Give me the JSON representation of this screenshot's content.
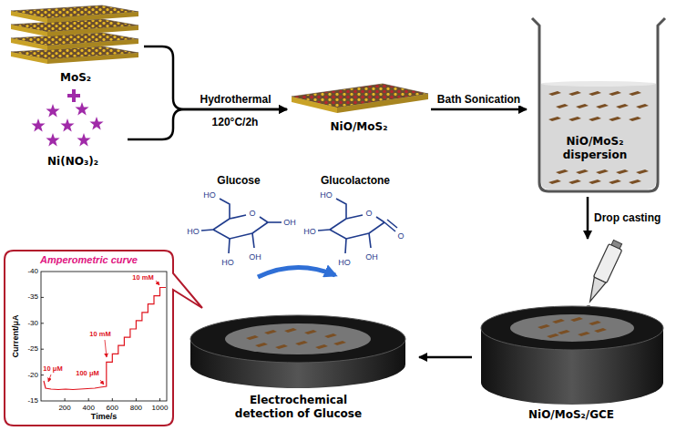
{
  "diagram": {
    "nodes": [
      {
        "text": [
          "MoS₂"
        ]
      },
      {
        "text": [
          "Ni(NO₃)₂"
        ]
      },
      {
        "text": [
          "NiO/MoS₂"
        ]
      },
      {
        "text": [
          "NiO/MoS₂ dispersion"
        ]
      },
      {
        "text": [
          "NiO/MoS₂/GCE"
        ]
      },
      {
        "text": [
          "Electrochemical detection of Glucose"
        ]
      },
      {
        "text": [
          "Amperometric curve"
        ]
      }
    ],
    "edges": [
      {
        "from": 0,
        "to": 2,
        "label": "Hydrothermal",
        "arrow": "to"
      },
      {
        "from": 1,
        "to": 2,
        "arrow": "to"
      },
      {
        "from": 2,
        "to": 3,
        "label": "Bath Sonication",
        "arrow": "to"
      },
      {
        "from": 3,
        "to": 4,
        "label": "Drop casting",
        "arrow": "to"
      },
      {
        "from": 4,
        "to": 5,
        "arrow": "to"
      }
    ],
    "labels": [
      "120°C/2h",
      "Glucose",
      "Glucolactone",
      "Current/μA",
      "Time/s",
      "-40",
      "-35",
      "-30",
      "-25",
      "-20",
      "-15",
      "200",
      "400",
      "600",
      "800",
      "1000",
      "10 μM",
      "100 μM",
      "10 mM",
      "10 mM",
      "HO",
      "HO",
      "HO",
      "OH",
      "OH",
      "O",
      "HO",
      "HO",
      "HO",
      "OH",
      "O",
      "O"
    ]
  }
}
